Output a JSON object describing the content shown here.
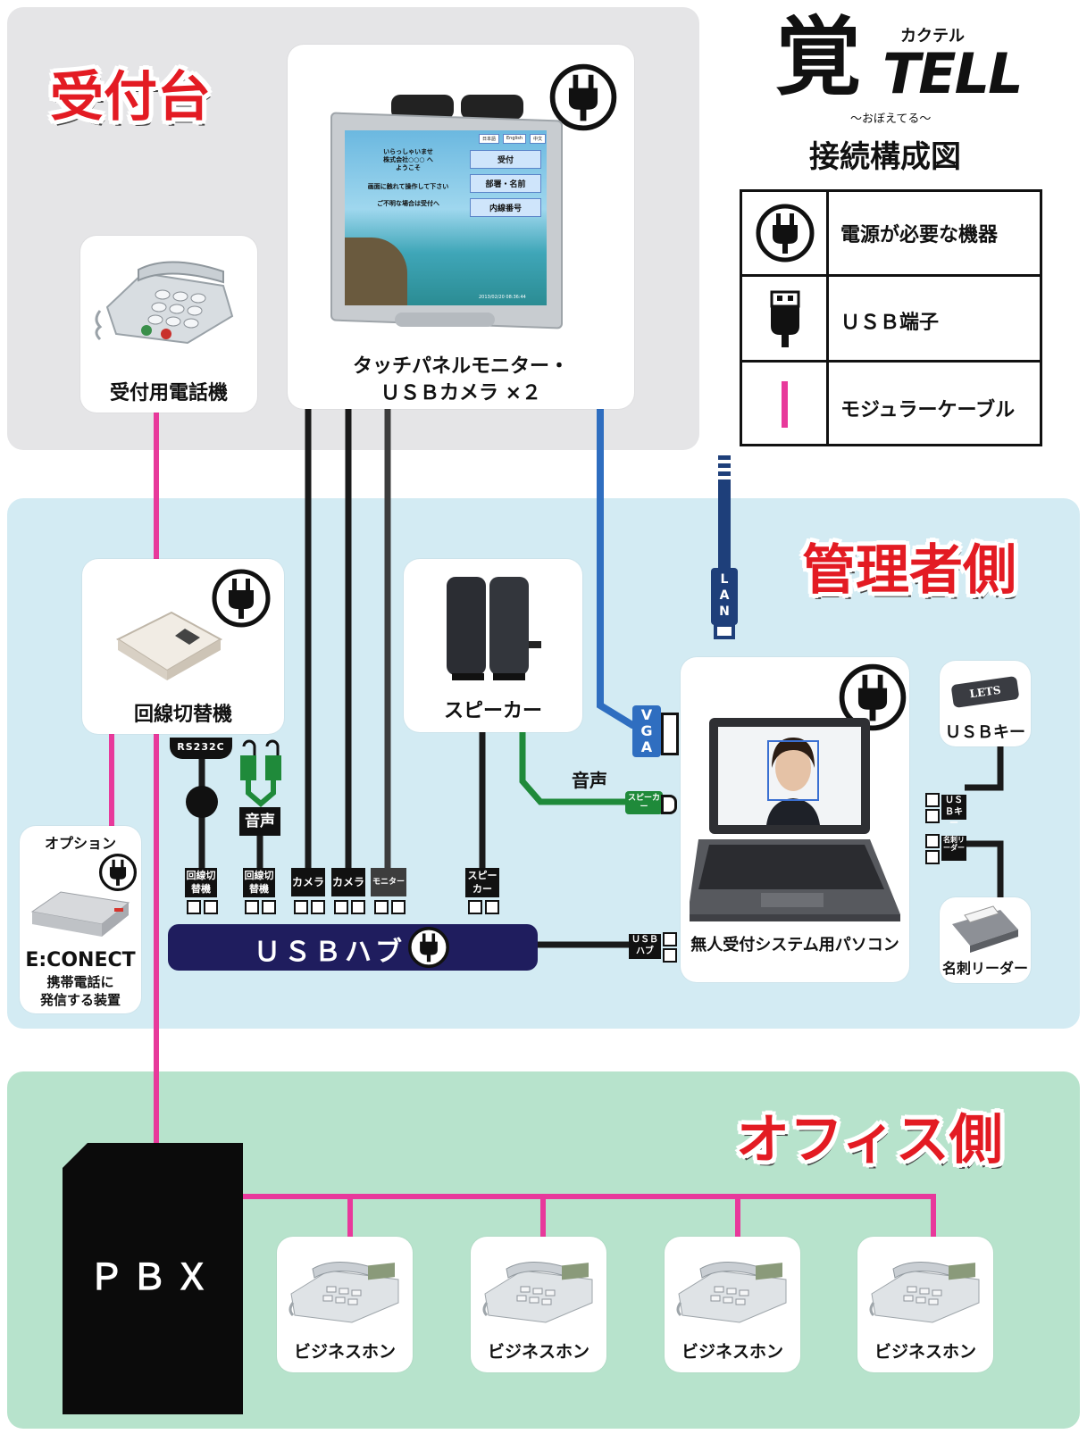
{
  "zones": {
    "reception": "受付台",
    "admin": "管理者側",
    "office": "オフィス側"
  },
  "logo": {
    "kanji": "覚",
    "reading": "カクテル",
    "tell": "TELL",
    "sub": "〜おぼえてる〜",
    "title": "接続構成図"
  },
  "legend": [
    {
      "icon": "power-plug-icon",
      "label": "電源が必要な機器"
    },
    {
      "icon": "usb-connector-icon",
      "label": "ＵＳＢ端子"
    },
    {
      "icon": "modular-cable-icon",
      "label": "モジュラーケーブル"
    }
  ],
  "devices": {
    "monitor": {
      "line1": "タッチパネルモニター・",
      "line2": "ＵＳＢカメラ ×２"
    },
    "monitor_screen": {
      "tabs": [
        "日本語",
        "English",
        "中文"
      ],
      "welcome1": "いらっしゃいませ",
      "welcome2": "株式会社○○○ へ",
      "welcome3": "ようこそ",
      "hint1": "画面に触れて操作して下さい",
      "hint2": "ご不明な場合は受付へ",
      "buttons": [
        "受付",
        "部署・名前",
        "内線番号"
      ],
      "clock": "2013/02/20 08:36:44"
    },
    "reception_phone": "受付用電話機",
    "line_switcher": "回線切替機",
    "speaker": "スピーカー",
    "pc": "無人受付システム用パソコン",
    "usb_key": "ＵＳＢキー",
    "usb_key_brand": "LETS",
    "card_reader": "名刺リーダー",
    "option": "オプション",
    "econect": "E:CONECT",
    "econect_desc1": "携帯電話に",
    "econect_desc2": "発信する装置",
    "usb_hub": "ＵＳＢハブ",
    "pbx": "ＰＢＸ",
    "business_phones": [
      "ビジネスホン",
      "ビジネスホン",
      "ビジネスホン",
      "ビジネスホン"
    ]
  },
  "connectors": {
    "rs232c": "RS232C",
    "audio": "音声",
    "audio_line": "音声",
    "vga": "VGA",
    "lan": "LAN",
    "speaker_jack": "スピーカー",
    "hub_ports": [
      "回線切替機",
      "回線切替機",
      "カメラ",
      "カメラ",
      "モニター",
      "スピーカー"
    ],
    "pc_usb_hub": "ＵＳＢハブ",
    "pc_usb_key": "ＵＳＢキー",
    "pc_card_reader": "名刺リーダー"
  },
  "colors": {
    "reception_bg": "#e5e5e7",
    "admin_bg": "#d3ebf3",
    "office_bg": "#b7e3cc",
    "modular_cable": "#e8399b",
    "usb_cable": "#1a1a1a",
    "vga_cable": "#2f6ec0",
    "audio_cable": "#1f8a3a",
    "lan_cable": "#1e3f7a",
    "hub": "#1f1d5e",
    "title_red": "#e31b23"
  }
}
